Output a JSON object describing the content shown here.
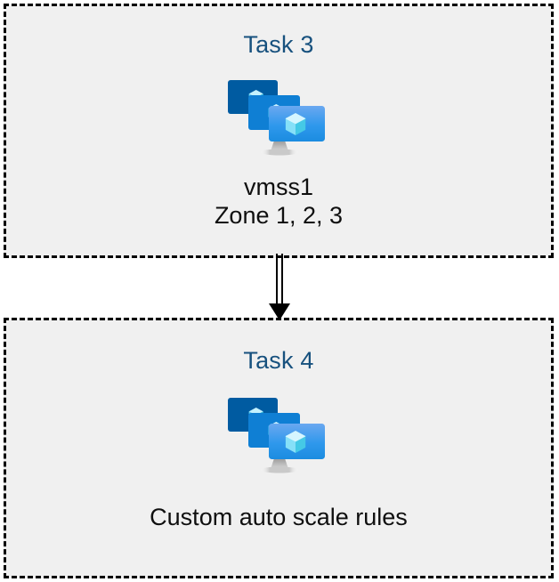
{
  "diagram": {
    "background_color": "#ffffff",
    "box_fill_color": "#f0f0f0",
    "box_border_color": "#000000",
    "heading_color": "#17517e",
    "caption_color": "#0f0f0f",
    "connector": {
      "name": "double-line-arrow",
      "direction": "down",
      "color": "#000000",
      "from": "task-box-top",
      "to": "task-box-bottom"
    },
    "icon": {
      "name": "azure-vm-scale-set-icon",
      "monitor_back_color": "#005ba1",
      "monitor_middle_color": "#0078d4",
      "monitor_front_top_color": "#5ea0ef",
      "monitor_front_bottom_color": "#1b93eb",
      "cube_light_color": "#c3f1ff",
      "cube_mid_color": "#9cebff",
      "cube_dark_color": "#32bedd",
      "stand_color": "#b3b3b3"
    },
    "boxes": [
      {
        "id": "task-3",
        "heading": "Task 3",
        "icon_label": "azure-vm-scale-set-icon",
        "caption": "vmss1\nZone 1, 2, 3"
      },
      {
        "id": "task-4",
        "heading": "Task 4",
        "icon_label": "azure-vm-scale-set-icon",
        "caption": "Custom auto scale rules"
      }
    ]
  }
}
